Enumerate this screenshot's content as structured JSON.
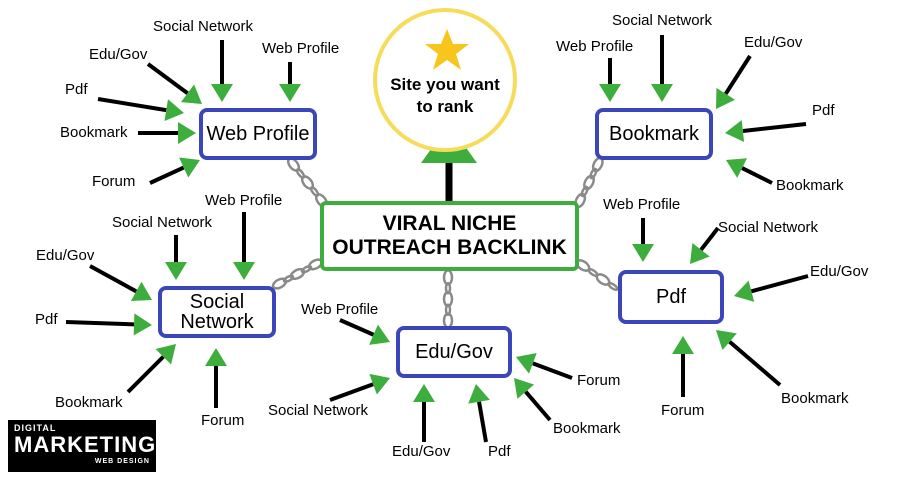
{
  "target": {
    "title": "Site you want to rank",
    "line1": "Site you want",
    "line2": "to rank"
  },
  "hub": {
    "line1": "VIRAL NICHE",
    "line2": "OUTREACH BACKLINK"
  },
  "nodes": {
    "web_profile": {
      "label": "Web Profile",
      "sources": [
        "Social Network",
        "Edu/Gov",
        "Web Profile",
        "Pdf",
        "Bookmark",
        "Forum"
      ]
    },
    "bookmark": {
      "label": "Bookmark",
      "sources": [
        "Social Network",
        "Web Profile",
        "Edu/Gov",
        "Pdf",
        "Bookmark"
      ]
    },
    "social_network": {
      "label_line1": "Social",
      "label_line2": "Network",
      "sources": [
        "Social Network",
        "Web Profile",
        "Edu/Gov",
        "Pdf",
        "Bookmark",
        "Forum"
      ]
    },
    "edu_gov": {
      "label": "Edu/Gov",
      "sources": [
        "Web Profile",
        "Forum",
        "Social Network",
        "Edu/Gov",
        "Pdf",
        "Bookmark"
      ]
    },
    "pdf": {
      "label": "Pdf",
      "sources": [
        "Web Profile",
        "Social Network",
        "Edu/Gov",
        "Forum",
        "Bookmark"
      ]
    }
  },
  "logo": {
    "line1": "DIGITAL",
    "line2": "MARKETING",
    "line3": "WEB DESIGN"
  },
  "colors": {
    "box_border": "#3b47b8",
    "hub_border": "#3dae3d",
    "arrow": "#3dae3d",
    "target_border": "#f7dc5b",
    "star": "#f7c51c",
    "chain": "#8a8a8a"
  }
}
